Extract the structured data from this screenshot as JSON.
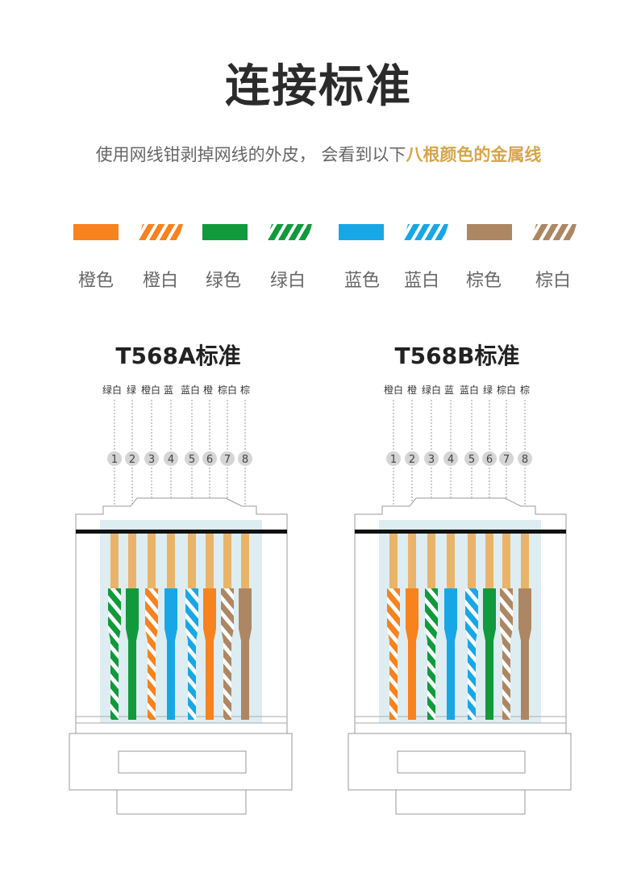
{
  "title": "连接标准",
  "subtitle": {
    "plain": "使用网线钳剥掉网线的外皮， 会看到以下",
    "highlight": "八根颜色的金属线"
  },
  "colors": {
    "orange": "#f7821e",
    "green": "#109a3c",
    "blue": "#18a7e6",
    "brown": "#ad8763",
    "copper": "#e9b469",
    "highlight": "#d6a64a"
  },
  "legend": [
    {
      "label": "橙色",
      "color": "orange",
      "striped": false
    },
    {
      "label": "橙白",
      "color": "orange",
      "striped": true
    },
    {
      "label": "绿色",
      "color": "green",
      "striped": false
    },
    {
      "label": "绿白",
      "color": "green",
      "striped": true
    },
    {
      "label": "蓝色",
      "color": "blue",
      "striped": false
    },
    {
      "label": "蓝白",
      "color": "blue",
      "striped": true
    },
    {
      "label": "棕色",
      "color": "brown",
      "striped": false
    },
    {
      "label": "棕白",
      "color": "brown",
      "striped": true
    }
  ],
  "standards": [
    {
      "name": "T568A标准",
      "pins": [
        "1",
        "2",
        "3",
        "4",
        "5",
        "6",
        "7",
        "8"
      ],
      "wires": [
        {
          "label": "绿白",
          "color": "green",
          "striped": true
        },
        {
          "label": "绿",
          "color": "green",
          "striped": false
        },
        {
          "label": "橙白",
          "color": "orange",
          "striped": true
        },
        {
          "label": "蓝",
          "color": "blue",
          "striped": false
        },
        {
          "label": "蓝白",
          "color": "blue",
          "striped": true
        },
        {
          "label": "橙",
          "color": "orange",
          "striped": false
        },
        {
          "label": "棕白",
          "color": "brown",
          "striped": true
        },
        {
          "label": "棕",
          "color": "brown",
          "striped": false
        }
      ]
    },
    {
      "name": "T568B标准",
      "pins": [
        "1",
        "2",
        "3",
        "4",
        "5",
        "6",
        "7",
        "8"
      ],
      "wires": [
        {
          "label": "橙白",
          "color": "orange",
          "striped": true
        },
        {
          "label": "橙",
          "color": "orange",
          "striped": false
        },
        {
          "label": "绿白",
          "color": "green",
          "striped": true
        },
        {
          "label": "蓝",
          "color": "blue",
          "striped": false
        },
        {
          "label": "蓝白",
          "color": "blue",
          "striped": true
        },
        {
          "label": "绿",
          "color": "green",
          "striped": false
        },
        {
          "label": "棕白",
          "color": "brown",
          "striped": true
        },
        {
          "label": "棕",
          "color": "brown",
          "striped": false
        }
      ]
    }
  ]
}
